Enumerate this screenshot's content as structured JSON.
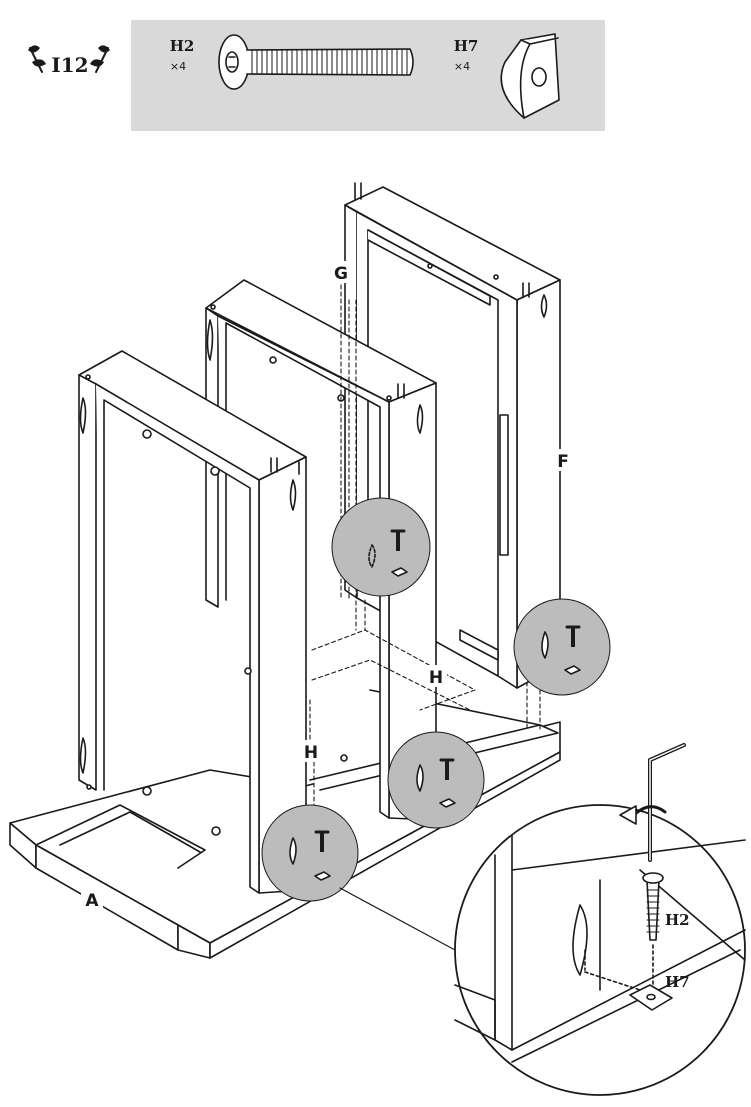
{
  "step": {
    "number": "12"
  },
  "parts": [
    {
      "code": "H2",
      "quantity": "×4",
      "icon": "bolt-icon"
    },
    {
      "code": "H7",
      "quantity": "×4",
      "icon": "barrel-nut-icon"
    }
  ],
  "panel_labels": {
    "a": "A",
    "f": "F",
    "g": "G",
    "h_left": "H",
    "h_right": "H"
  },
  "detail_labels": {
    "bolt": "H2",
    "nut": "H7"
  },
  "icons": {
    "wrench": "hex-key-icon",
    "rotate": "rotate-arrow-icon",
    "leaf": "leaf-icon"
  },
  "colors": {
    "line": "#1a1a1a",
    "panel_band": "#d9d9d9",
    "highlight_circle": "#bcbcbc"
  }
}
